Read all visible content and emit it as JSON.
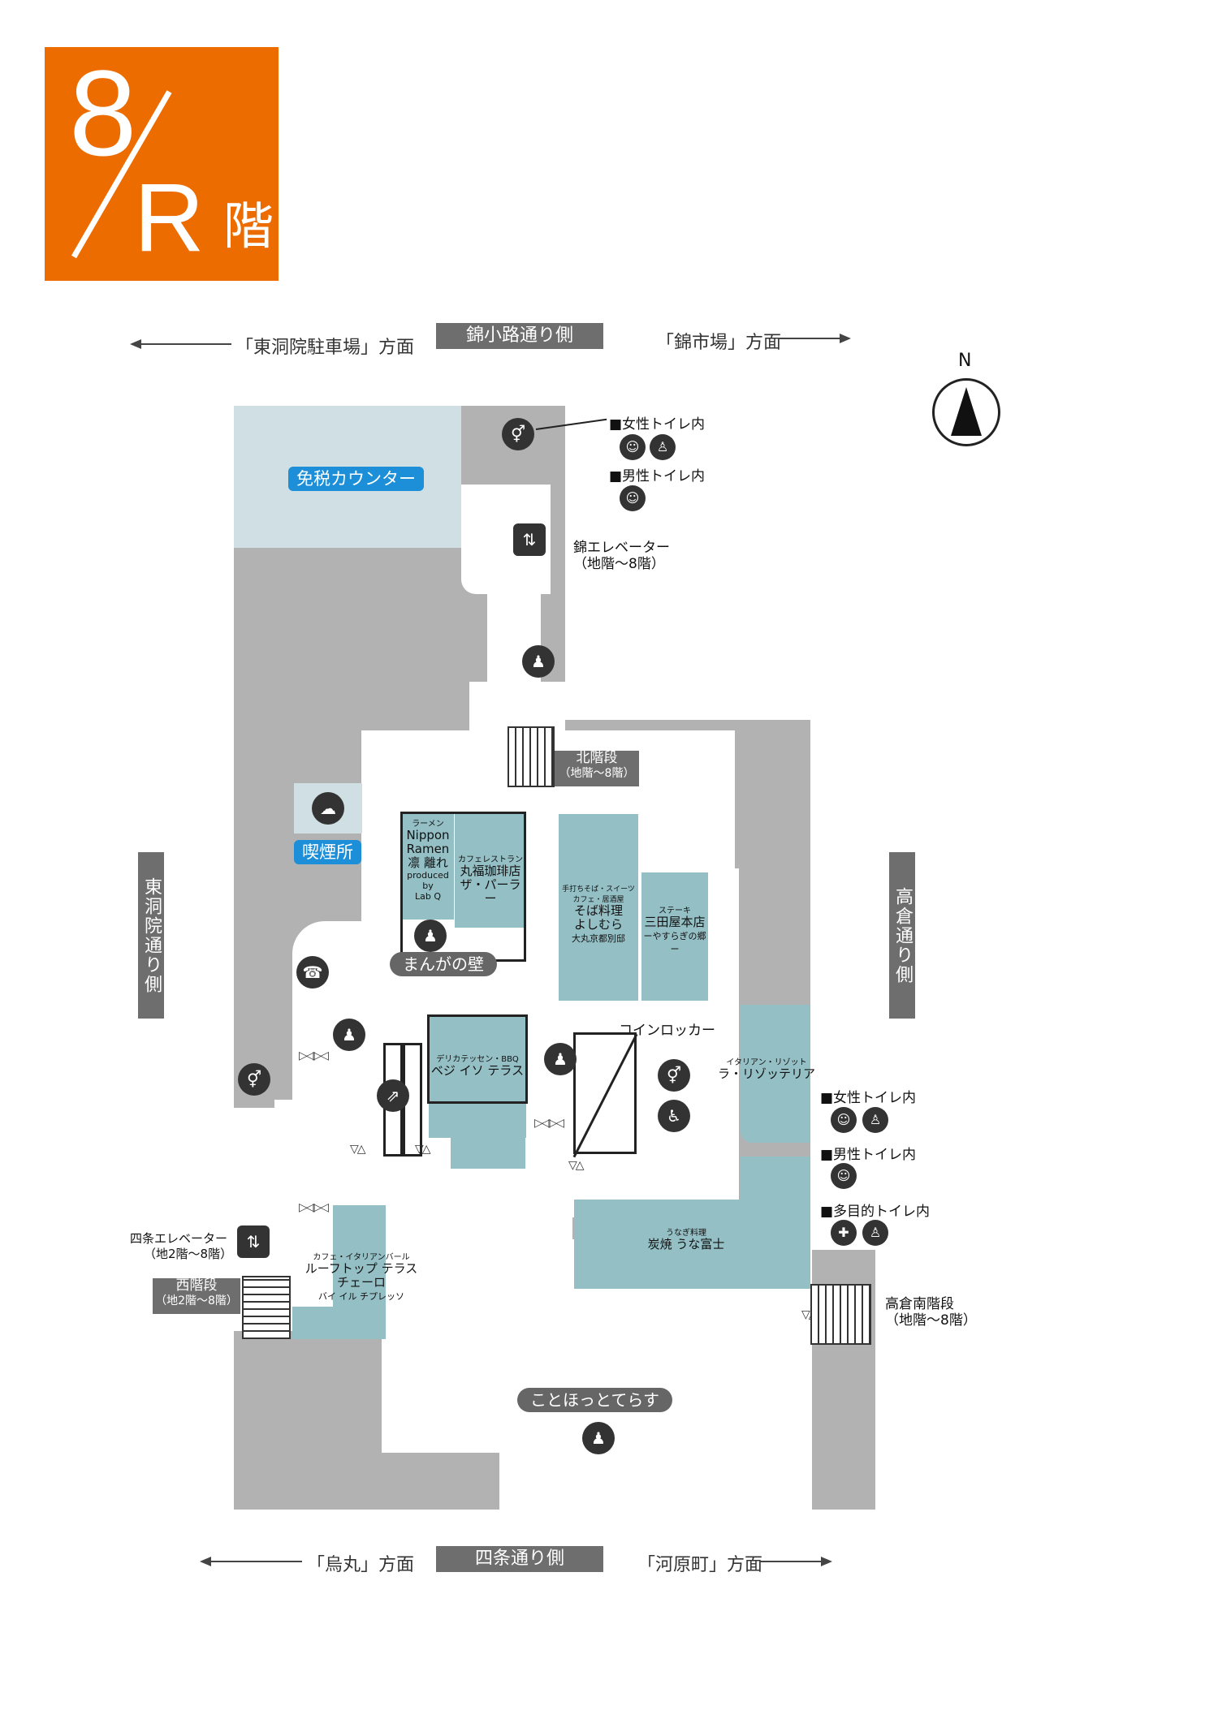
{
  "floor": {
    "number": "8",
    "sub": "R",
    "suffix": "階"
  },
  "streets": {
    "north": "錦小路通り側",
    "south": "四条通り側",
    "west": "東洞院通り側",
    "east": "高倉通り側"
  },
  "directions": {
    "north_left": "「東洞院駐車場」方面",
    "north_right": "「錦市場」方面",
    "south_left": "「烏丸」方面",
    "south_right": "「河原町」方面"
  },
  "compass": "N",
  "areas": {
    "tax_free": "免税カウンター",
    "smoking": "喫煙所",
    "manga_wall": "まんがの壁",
    "kotohotto": "ことほっとてらす",
    "coin_locker": "コインロッカー"
  },
  "stairs": {
    "north": {
      "name": "北階段",
      "range": "（地階〜8階）"
    },
    "west": {
      "name": "西階段",
      "range": "（地2階〜8階）"
    },
    "takakura_south": {
      "name": "高倉南階段",
      "range": "（地階〜8階）"
    }
  },
  "elevators": {
    "nishiki": {
      "name": "錦エレベーター",
      "range": "（地階〜8階）"
    },
    "shijo": {
      "name": "四条エレベーター",
      "range": "（地2階〜8階）"
    }
  },
  "toilets_north": {
    "women": "■女性トイレ内",
    "men": "■男性トイレ内"
  },
  "toilets_east": {
    "women": "■女性トイレ内",
    "men": "■男性トイレ内",
    "multi": "■多目的トイレ内"
  },
  "shops": {
    "ramen": {
      "cat": "ラーメン",
      "lines": [
        "Nippon",
        "Ramen",
        "凛 離れ"
      ],
      "sub": [
        "produced by",
        "Lab Q"
      ]
    },
    "marufuku": {
      "cat": "カフェレストラン",
      "lines": [
        "丸福珈琲店",
        "ザ・パーラー"
      ]
    },
    "yoshimura": {
      "cat": "手打ちそば・スイーツカフェ・居酒屋",
      "lines": [
        "そば料理",
        "よしむら"
      ],
      "sub": [
        "大丸京都別邸"
      ]
    },
    "mitaya": {
      "cat": "ステーキ",
      "lines": [
        "三田屋本店"
      ],
      "sub": [
        "ーやすらぎの郷ー"
      ]
    },
    "vegeiyo": {
      "cat": "デリカテッセン・BBQ",
      "lines": [
        "ベジ イソ テラス"
      ]
    },
    "risotteria": {
      "cat": "イタリアン・リゾット",
      "lines": [
        "ラ・リゾッテリア"
      ]
    },
    "unafuji": {
      "cat": "うなぎ料理",
      "lines": [
        "炭焼 うな富士"
      ]
    },
    "chelo": {
      "cat": "カフェ・イタリアンバール",
      "lines": [
        "ルーフトップ テラス",
        "チェーロ"
      ],
      "sub": [
        "バイ イル チプレッソ"
      ]
    }
  }
}
